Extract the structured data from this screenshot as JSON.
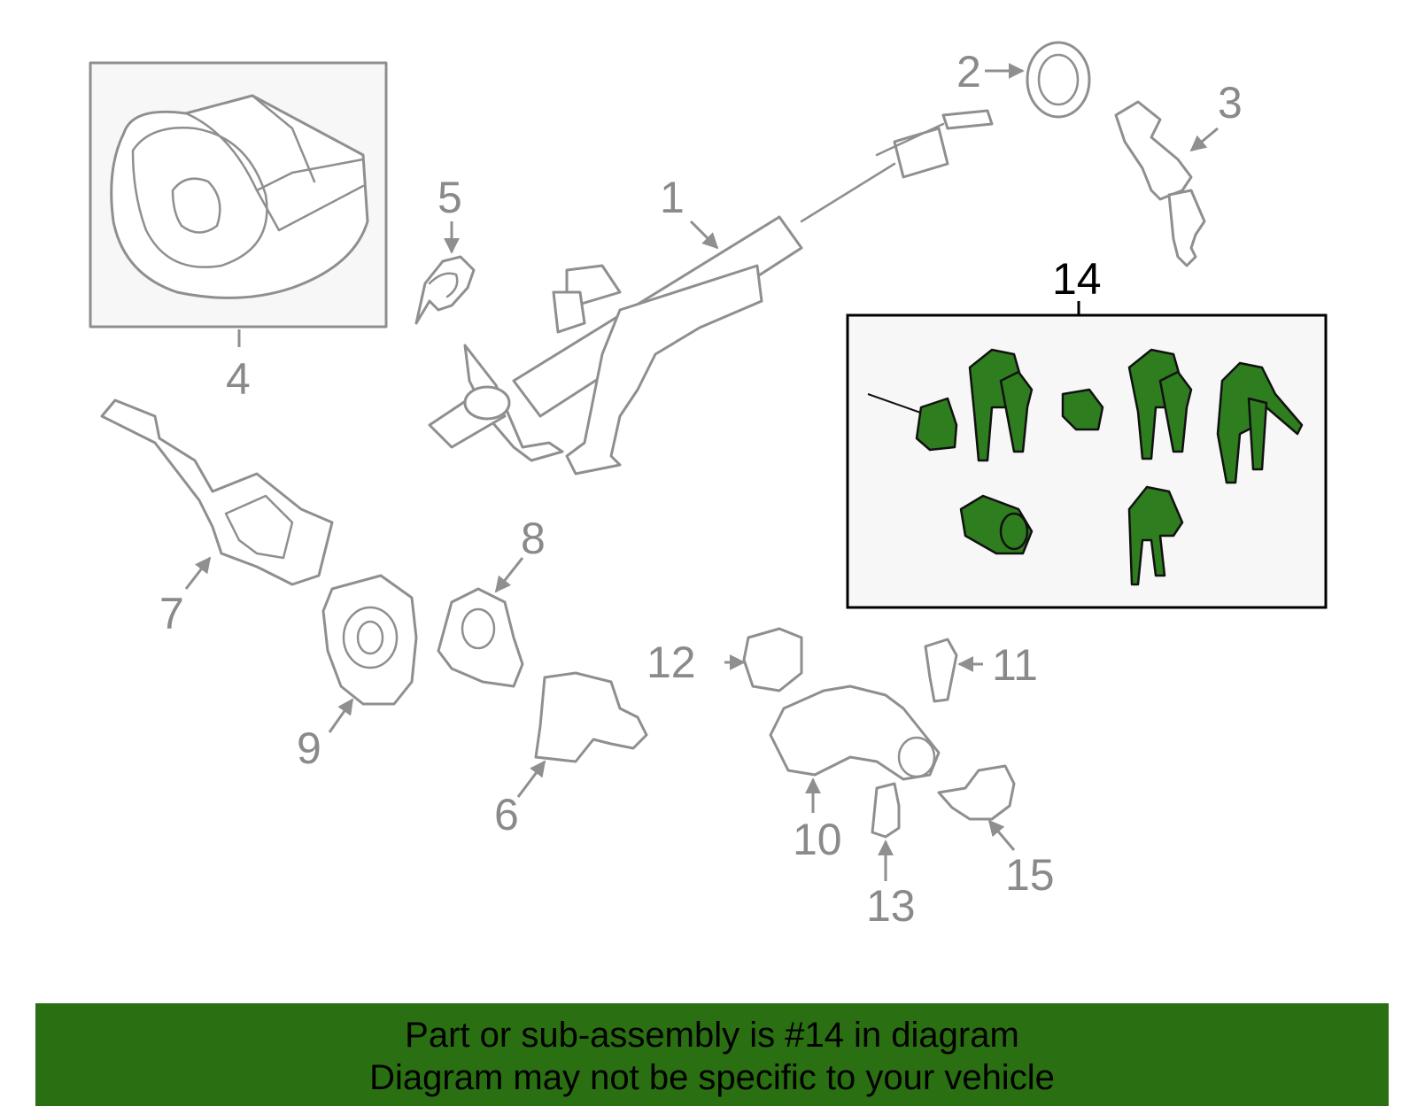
{
  "diagram": {
    "callouts": [
      {
        "id": "1",
        "label": "1"
      },
      {
        "id": "2",
        "label": "2"
      },
      {
        "id": "3",
        "label": "3"
      },
      {
        "id": "4",
        "label": "4"
      },
      {
        "id": "5",
        "label": "5"
      },
      {
        "id": "6",
        "label": "6"
      },
      {
        "id": "7",
        "label": "7"
      },
      {
        "id": "8",
        "label": "8"
      },
      {
        "id": "9",
        "label": "9"
      },
      {
        "id": "10",
        "label": "10"
      },
      {
        "id": "11",
        "label": "11"
      },
      {
        "id": "12",
        "label": "12"
      },
      {
        "id": "13",
        "label": "13"
      },
      {
        "id": "14",
        "label": "14"
      },
      {
        "id": "15",
        "label": "15"
      }
    ],
    "highlighted_part": "14",
    "colors": {
      "highlight_fill": "#2e7d1e",
      "part_stroke": "#8f8f8f",
      "footer_bg": "#2a6f12"
    }
  },
  "footer": {
    "line1": "Part or sub-assembly is #14 in diagram",
    "line2": "Diagram may not be specific to your vehicle"
  }
}
